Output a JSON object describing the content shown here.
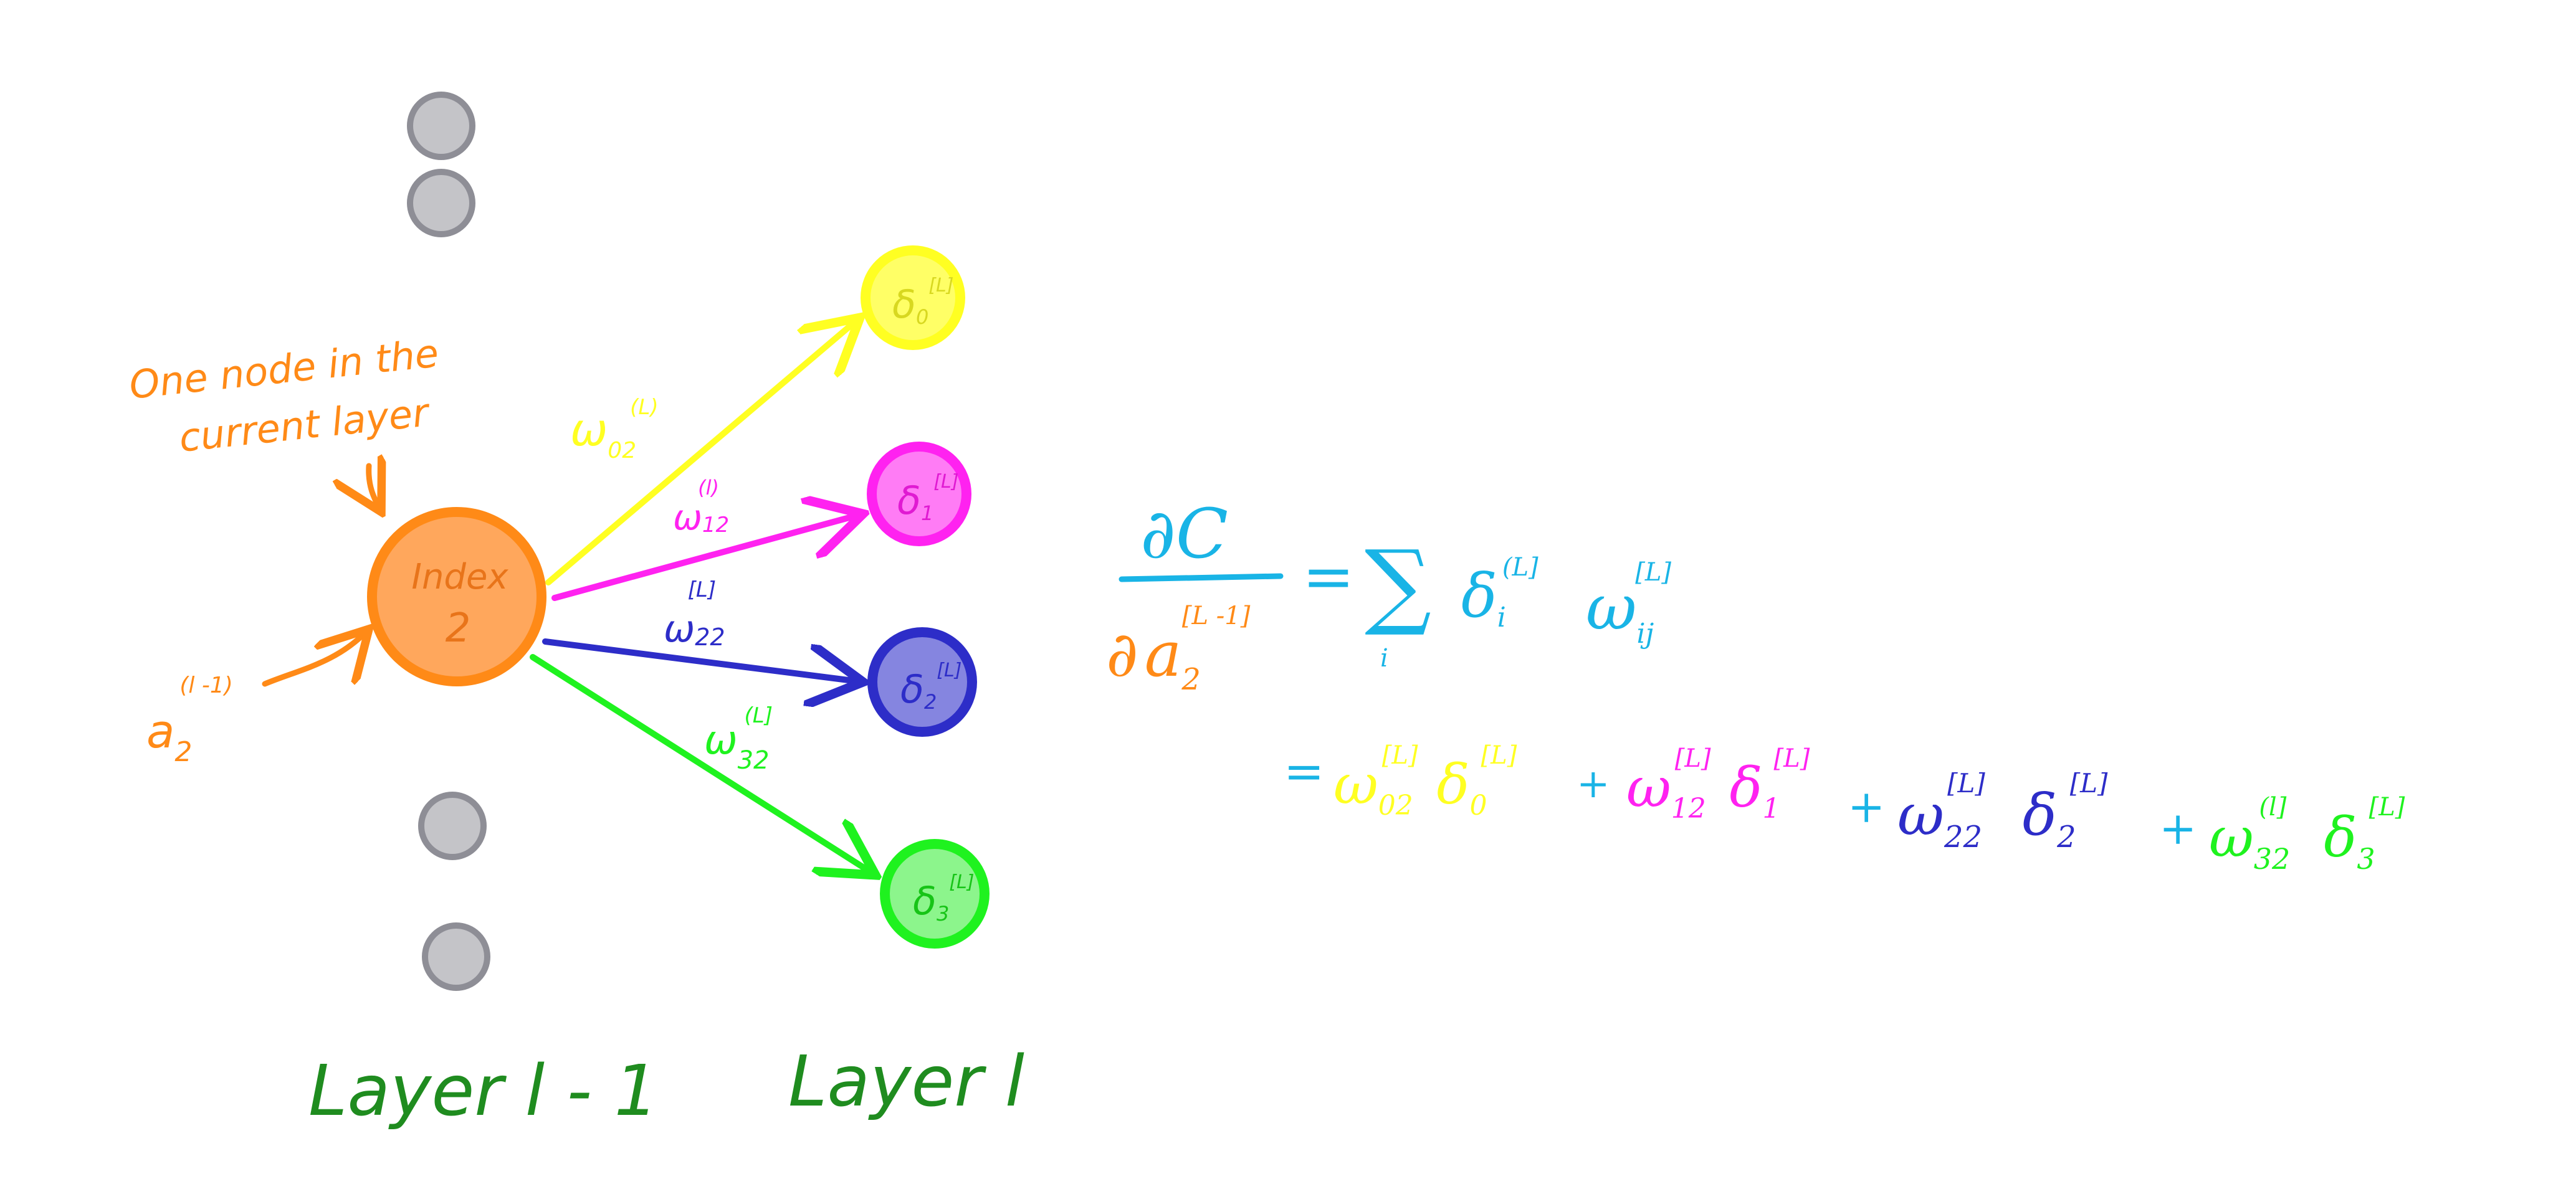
{
  "colors": {
    "background": "#ffffff",
    "gray_node_fill": "#c4c4c8",
    "gray_node_stroke": "#8e8e96",
    "orange": "#ff8a17",
    "orange_fill": "#ffa75c",
    "yellow": "#ffff22",
    "magenta": "#ff22f0",
    "magenta_fill": "#ff7cf5",
    "blue": "#2d2dc8",
    "blue_fill": "#8585e0",
    "green": "#1ff21f",
    "green_fill": "#8cf58c",
    "cyan": "#19b4e6",
    "dark_green": "#1f8c1f"
  },
  "diagram": {
    "annotation": {
      "line1": "One node in the",
      "line2": "current layer"
    },
    "center_node": {
      "line1": "Index",
      "line2": "2"
    },
    "input_label": {
      "base": "a",
      "sub": "2",
      "sup": "(l -1)"
    },
    "layer_labels": {
      "left": "Layer l - 1",
      "right": "Layer l"
    },
    "output_nodes": [
      {
        "symbol": "δ",
        "sub": "0",
        "sup": "[L]"
      },
      {
        "symbol": "δ",
        "sub": "1",
        "sup": "[L]"
      },
      {
        "symbol": "δ",
        "sub": "2",
        "sup": "[L]"
      },
      {
        "symbol": "δ",
        "sub": "3",
        "sup": "[L]"
      }
    ],
    "edge_labels": [
      {
        "base": "ω",
        "sub": "02",
        "sup": "(L)"
      },
      {
        "base": "ω",
        "sub": "12",
        "sup": "(l)"
      },
      {
        "base": "ω",
        "sub": "22",
        "sup": "[L]"
      },
      {
        "base": "ω",
        "sub": "32",
        "sup": "(L]"
      }
    ]
  },
  "equation": {
    "lhs_numerator": "∂C",
    "lhs_denominator_symbol": "∂",
    "lhs_denominator_base": "a",
    "lhs_denominator_sub": "2",
    "lhs_denominator_sup": "[L -1]",
    "equals": "=",
    "sigma": "∑",
    "sigma_sub": "i",
    "delta": "δ",
    "delta_sub": "i",
    "delta_sup": "(L]",
    "omega": "ω",
    "omega_sub": "ij",
    "omega_sup": "[L]"
  },
  "expansion": {
    "equals": "=",
    "plus": "+",
    "terms": [
      {
        "w_sub": "02",
        "w_sup": "[L]",
        "d_sub": "0",
        "d_sup": "[L]"
      },
      {
        "w_sub": "12",
        "w_sup": "[L]",
        "d_sub": "1",
        "d_sup": "[L]"
      },
      {
        "w_sub": "22",
        "w_sup": "[L]",
        "d_sub": "2",
        "d_sup": "[L]"
      },
      {
        "w_sub": "32",
        "w_sup": "(l]",
        "d_sub": "3",
        "d_sup": "[L]"
      }
    ]
  }
}
